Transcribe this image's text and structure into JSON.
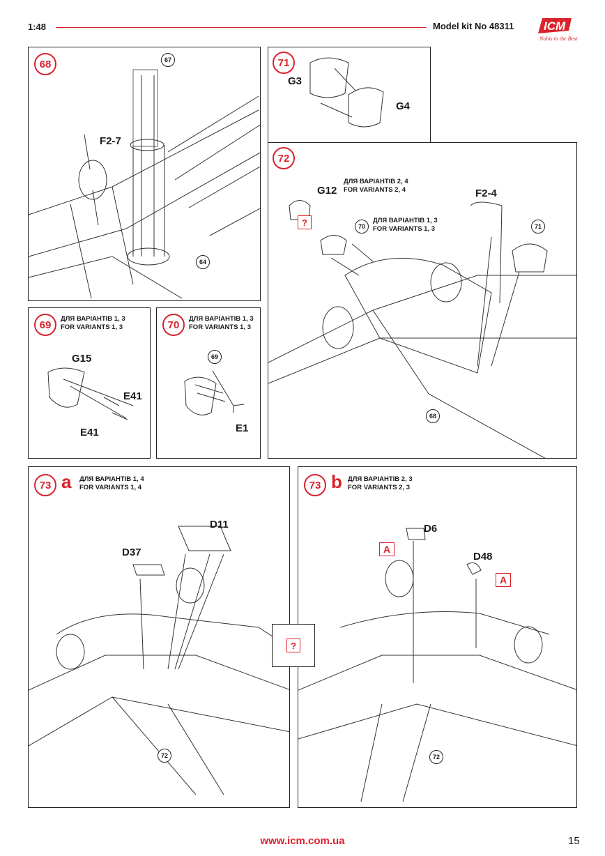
{
  "header": {
    "scale": "1:48",
    "model_kit": "Model kit No 48311",
    "logo_text": "ICM",
    "logo_tagline": "Nobis in the Best"
  },
  "colors": {
    "accent": "#d9232d",
    "line": "#222222"
  },
  "steps": {
    "s68": {
      "number": "68",
      "label_f": "F2-7",
      "ref_a": "67",
      "ref_b": "64"
    },
    "s69": {
      "number": "69",
      "variant_ua": "ДЛЯ ВАРІАНТІВ 1, 3",
      "variant_en": "FOR VARIANTS 1, 3",
      "label_g": "G15",
      "label_e1": "E41",
      "label_e2": "E41"
    },
    "s70": {
      "number": "70",
      "variant_ua": "ДЛЯ ВАРІАНТІВ 1, 3",
      "variant_en": "FOR VARIANTS 1, 3",
      "ref": "69",
      "label_e": "E1"
    },
    "s71": {
      "number": "71",
      "label_a": "G3",
      "label_b": "G4"
    },
    "s72": {
      "number": "72",
      "label_g": "G12",
      "variant24_ua": "ДЛЯ ВАРІАНТІВ 2, 4",
      "variant24_en": "FOR VARIANTS 2, 4",
      "ref_70": "70",
      "variant13_ua": "ДЛЯ ВАРІАНТІВ 1, 3",
      "variant13_en": "FOR VARIANTS 1, 3",
      "label_f": "F2-4",
      "ref_71": "71",
      "ref_68": "68",
      "question": "?"
    },
    "s73a": {
      "number": "73",
      "letter": "a",
      "variant_ua": "ДЛЯ ВАРІАНТІВ 1, 4",
      "variant_en": "FOR VARIANTS 1, 4",
      "label_d11": "D11",
      "label_d37": "D37",
      "ref": "72"
    },
    "s73b": {
      "number": "73",
      "letter": "b",
      "variant_ua": "ДЛЯ ВАРІАНТІВ 2, 3",
      "variant_en": "FOR VARIANTS 2, 3",
      "label_d6": "D6",
      "label_d48": "D48",
      "marker_a1": "A",
      "marker_a2": "A",
      "ref": "72"
    },
    "center_question": "?"
  },
  "footer": {
    "url": "www.icm.com.ua",
    "page": "15"
  }
}
